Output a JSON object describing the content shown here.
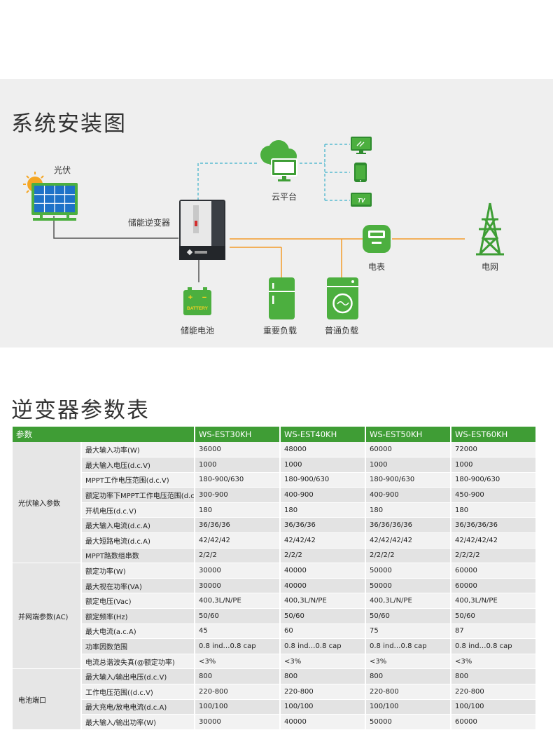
{
  "diagram": {
    "title": "系统安装图",
    "labels": {
      "pv": "光伏",
      "inverter": "储能逆变器",
      "cloud": "云平台",
      "meter": "电表",
      "grid": "电网",
      "battery": "储能电池",
      "important_load": "重要负载",
      "normal_load": "普通负载"
    },
    "icon_text": {
      "battery": "BATTERY",
      "tv": "TV",
      "battery_plus": "+",
      "battery_minus": "−"
    },
    "colors": {
      "green": "#4caf3f",
      "dark_green": "#2e8b2e",
      "orange": "#f39c2a",
      "teal_dashed": "#3bb0c9",
      "gray_line": "#555555"
    }
  },
  "table": {
    "title": "逆变器参数表",
    "header": [
      "参数",
      "WS-EST30KH",
      "WS-EST40KH",
      "WS-EST50KH",
      "WS-EST60KH"
    ],
    "groups": [
      {
        "name": "光伏输入参数",
        "rows": [
          {
            "param": "最大输入功率(W)",
            "values": [
              "36000",
              "48000",
              "60000",
              "72000"
            ]
          },
          {
            "param": "最大输入电压(d.c.V)",
            "values": [
              "1000",
              "1000",
              "1000",
              "1000"
            ]
          },
          {
            "param": "MPPT工作电压范围(d.c.V)",
            "values": [
              "180-900/630",
              "180-900/630",
              "180-900/630",
              "180-900/630"
            ]
          },
          {
            "param": "额定功率下MPPT工作电压范围(d.c.V)",
            "values": [
              "300-900",
              "400-900",
              "400-900",
              "450-900"
            ]
          },
          {
            "param": "开机电压(d.c.V)",
            "values": [
              "180",
              "180",
              "180",
              "180"
            ]
          },
          {
            "param": "最大输入电流(d.c.A)",
            "values": [
              "36/36/36",
              "36/36/36",
              "36/36/36/36",
              "36/36/36/36"
            ]
          },
          {
            "param": "最大短路电流(d.c.A)",
            "values": [
              "42/42/42",
              "42/42/42",
              "42/42/42/42",
              "42/42/42/42"
            ]
          },
          {
            "param": "MPPT路数组串数",
            "values": [
              "2/2/2",
              "2/2/2",
              "2/2/2/2",
              "2/2/2/2"
            ]
          }
        ]
      },
      {
        "name": "并网端参数(AC)",
        "rows": [
          {
            "param": "额定功率(W)",
            "values": [
              "30000",
              "40000",
              "50000",
              "60000"
            ]
          },
          {
            "param": "最大视在功率(VA)",
            "values": [
              "30000",
              "40000",
              "50000",
              "60000"
            ]
          },
          {
            "param": "额定电压(Vac)",
            "values": [
              "400,3L/N/PE",
              "400,3L/N/PE",
              "400,3L/N/PE",
              "400,3L/N/PE"
            ]
          },
          {
            "param": "额定频率(Hz)",
            "values": [
              "50/60",
              "50/60",
              "50/60",
              "50/60"
            ]
          },
          {
            "param": "最大电流(a.c.A)",
            "values": [
              "45",
              "60",
              "75",
              "87"
            ]
          },
          {
            "param": "功率因数范围",
            "values": [
              "0.8 ind…0.8 cap",
              "0.8 ind…0.8 cap",
              "0.8 ind…0.8 cap",
              "0.8 ind…0.8 cap"
            ]
          },
          {
            "param": "电流总谐波失真(@额定功率)",
            "values": [
              "<3%",
              "<3%",
              "<3%",
              "<3%"
            ]
          }
        ]
      },
      {
        "name": "电池端口",
        "rows": [
          {
            "param": "最大输入/输出电压(d.c.V)",
            "values": [
              "800",
              "800",
              "800",
              "800"
            ]
          },
          {
            "param": "工作电压范围((d.c.V)",
            "values": [
              "220-800",
              "220-800",
              "220-800",
              "220-800"
            ]
          },
          {
            "param": "最大充电/放电电流(d.c.A)",
            "values": [
              "100/100",
              "100/100",
              "100/100",
              "100/100"
            ]
          },
          {
            "param": "最大输入/输出功率(W)",
            "values": [
              "30000",
              "40000",
              "50000",
              "60000"
            ]
          }
        ]
      }
    ]
  }
}
